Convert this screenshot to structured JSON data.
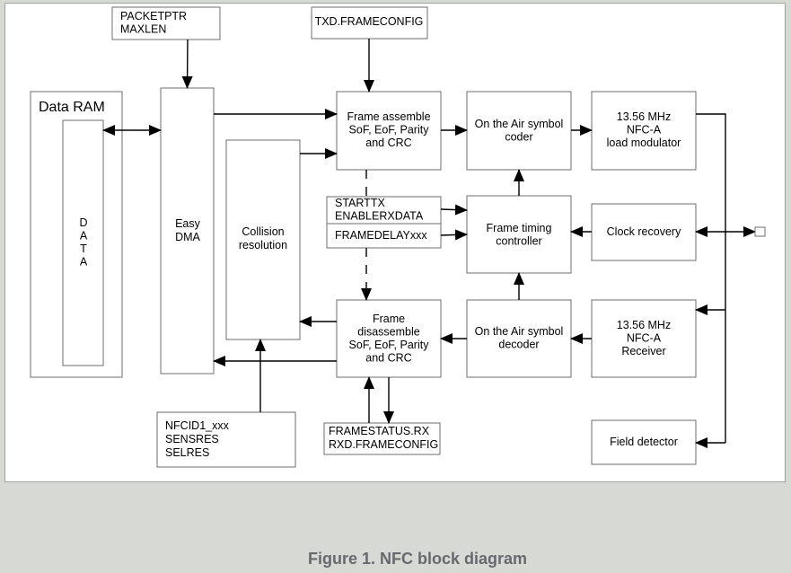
{
  "caption": "Figure 1. NFC block diagram",
  "colors": {
    "text": "#000000",
    "box_border": "#6e6e6e",
    "caption": "#666a6e",
    "background": "#d6d9d4"
  },
  "blocks": {
    "packetptr": [
      "PACKETPTR",
      "MAXLEN"
    ],
    "txd_frameconfig": [
      "TXD.FRAMECONFIG"
    ],
    "data_ram": [
      "Data RAM"
    ],
    "data": [
      "D",
      "A",
      "T",
      "A"
    ],
    "easy_dma": [
      "Easy",
      "DMA"
    ],
    "collision_resolution": [
      "Collision",
      "resolution"
    ],
    "frame_assemble": [
      "Frame assemble",
      "SoF, EoF, Parity",
      "and CRC"
    ],
    "symbol_coder": [
      "On the Air symbol",
      "coder"
    ],
    "load_modulator": [
      "13.56 MHz",
      "NFC-A",
      "load modulator"
    ],
    "starttx": [
      "STARTTX",
      "ENABLERXDATA"
    ],
    "framedelay": [
      "FRAMEDELAYxxx"
    ],
    "frame_timing": [
      "Frame timing",
      "controller"
    ],
    "clock_recovery": [
      "Clock recovery"
    ],
    "frame_disassemble": [
      "Frame",
      "disassemble",
      "SoF, EoF, Parity",
      "and CRC"
    ],
    "symbol_decoder": [
      "On the Air symbol",
      "decoder"
    ],
    "receiver": [
      "13.56 MHz",
      "NFC-A",
      "Receiver"
    ],
    "nfcid": [
      "NFCID1_xxx",
      "SENSRES",
      "SELRES"
    ],
    "framestatus": [
      "FRAMESTATUS.RX",
      "RXD.FRAMECONFIG"
    ],
    "field_detector": [
      "Field detector"
    ]
  }
}
